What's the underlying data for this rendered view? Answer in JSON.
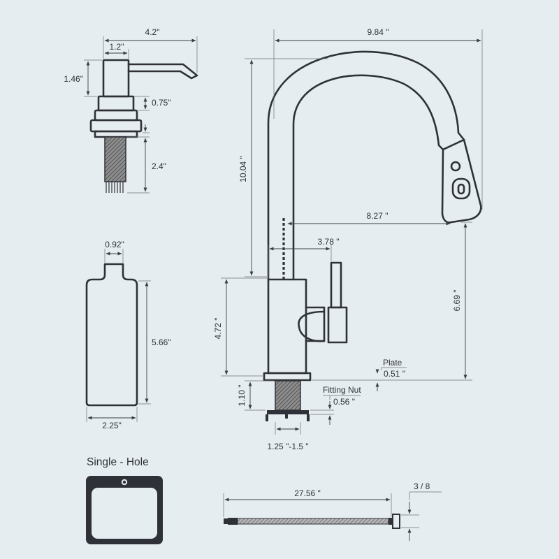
{
  "colors": {
    "background": "#e6edf0",
    "line": "#2e3238"
  },
  "pump": {
    "width": "4.2\"",
    "head_width": "1.2\"",
    "head_height": "1.46\"",
    "collar_height": "0.75\"",
    "thread_length": "2.4\""
  },
  "bottle": {
    "neck_width": "0.92\"",
    "height": "5.66\"",
    "width": "2.25\""
  },
  "faucet": {
    "reach_width": "9.84 \"",
    "spout_height": "10.04 \"",
    "spout_reach": "8.27 \"",
    "handle_offset": "3.78 \"",
    "body_height": "4.72 \"",
    "sprayer_clearance": "6.69 \"",
    "plate_label": "Plate",
    "plate_value": "0.51 \"",
    "fitting_nut_label": "Fitting Nut",
    "fitting_nut_value": "0.56 \"",
    "shank_height": "1.10 \"",
    "hole_size": "1.25 \"-1.5 \""
  },
  "sink": {
    "label": "Single - Hole"
  },
  "hose": {
    "length": "27.56 \"",
    "thread": "3 / 8"
  }
}
